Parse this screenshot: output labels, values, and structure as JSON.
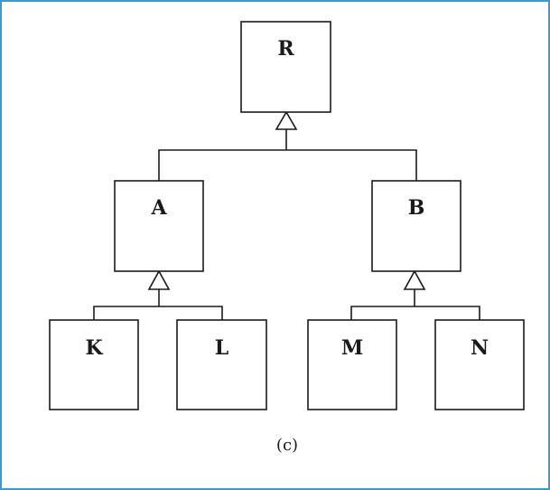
{
  "diagram": {
    "caption": "(c)",
    "nodes": {
      "root": {
        "label": "R"
      },
      "a": {
        "label": "A"
      },
      "b": {
        "label": "B"
      },
      "k": {
        "label": "K"
      },
      "l": {
        "label": "L"
      },
      "m": {
        "label": "M"
      },
      "n": {
        "label": "N"
      }
    },
    "edges": [
      {
        "from": "a",
        "to": "root",
        "type": "inheritance"
      },
      {
        "from": "b",
        "to": "root",
        "type": "inheritance"
      },
      {
        "from": "k",
        "to": "a",
        "type": "inheritance"
      },
      {
        "from": "l",
        "to": "a",
        "type": "inheritance"
      },
      {
        "from": "m",
        "to": "b",
        "type": "inheritance"
      },
      {
        "from": "n",
        "to": "b",
        "type": "inheritance"
      }
    ],
    "colors": {
      "frame_border": "#3a9ad9",
      "stroke": "#1a1a1a",
      "background": "#ffffff"
    }
  }
}
